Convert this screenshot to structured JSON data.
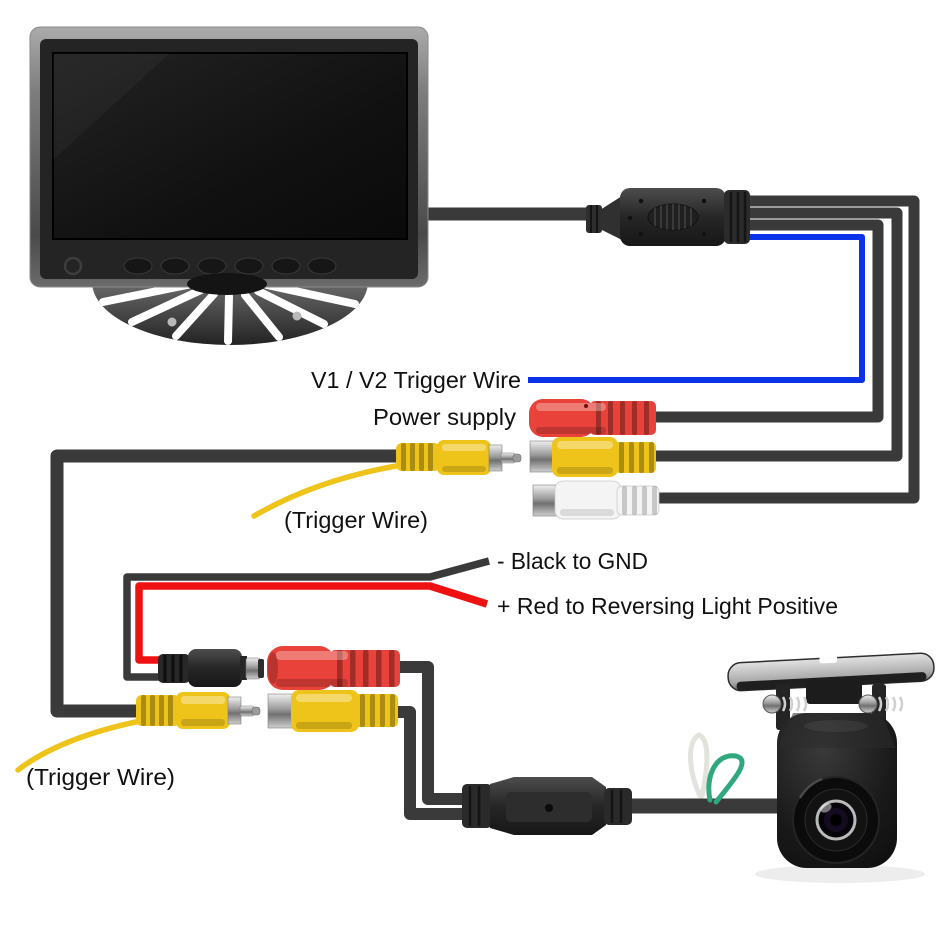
{
  "labels": {
    "v1_v2_trigger_wire": "V1 / V2 Trigger Wire",
    "power_supply": "Power supply",
    "trigger_wire_top": "(Trigger Wire)",
    "black_to_gnd": "- Black to GND",
    "red_to_reversing_light_positive": "+ Red to Reversing Light Positive",
    "trigger_wire_bottom": "(Trigger Wire)"
  },
  "colors": {
    "background": "#ffffff",
    "wire_black": "#3a3a3a",
    "trigger_wire_blue": "#0a32e6",
    "power_wire_red": "#ee1111",
    "rca_yellow": "#eec31a",
    "rca_white": "#f4f4f4",
    "connector_red": "#e8423a",
    "pull_loop_green": "#2fa87d",
    "pull_loop_white": "#e3e3de",
    "label_text": "#111111"
  },
  "components": {
    "monitor": "car-lcd-monitor",
    "stand": "fan-pedestal-stand",
    "joint_connector": "monitor-cable-joint-connector",
    "blue_wire": "v1-v2-trigger-wire",
    "power_jack_red": "power-supply-female-jack",
    "rca_female_yellow": "yellow-rca-video-female",
    "rca_female_white": "white-rca-video-female",
    "rca_male_yellow": "yellow-rca-video-male",
    "dc_plug_black": "dc-power-male-plug",
    "inline_joint": "camera-cable-inline-joint",
    "camera": "rearview-backup-camera",
    "pull_loops": "green-white-pull-loops"
  }
}
